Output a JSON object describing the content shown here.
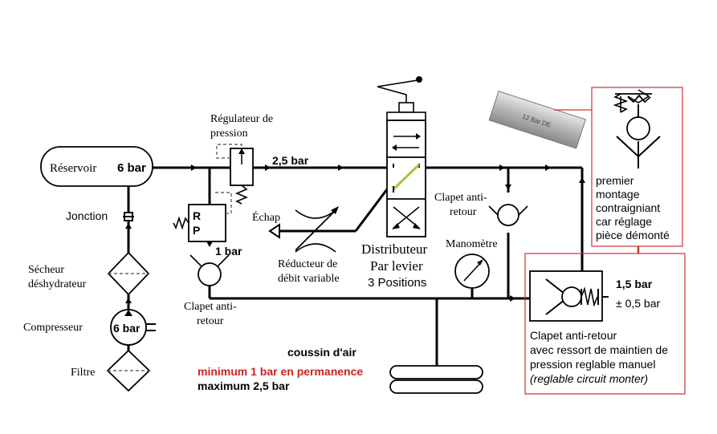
{
  "labels": {
    "reservoir": "Réservoir",
    "reservoir_pressure": "6 bar",
    "jonction": "Jonction",
    "secheur_1": "Sécheur",
    "secheur_2": "déshydrateur",
    "compresseur": "Compresseur",
    "compresseur_pressure": "6 bar",
    "filtre": "Filtre",
    "regulateur_1": "Régulateur de",
    "regulateur_2": "pression",
    "regulateur_pressure": "2,5 bar",
    "rp_r": "R",
    "rp_p": "P",
    "rp_pressure": "1 bar",
    "clapet_left_1": "Clapet anti-",
    "clapet_left_2": "retour",
    "echap": "Échap",
    "reducteur_1": "Réducteur de",
    "reducteur_2": "débit variable",
    "distributeur_1": "Distributeur",
    "distributeur_2": "Par levier",
    "distributeur_3": "3 Positions",
    "manometre": "Manomètre",
    "clapet_right_1": "Clapet anti-",
    "clapet_right_2": "retour",
    "premier_1": "premier",
    "premier_2": "montage",
    "premier_3": "contraigniant",
    "premier_4": "car réglage",
    "premier_5": "pièce démonté",
    "spring_pressure": "1,5 bar",
    "spring_tolerance": "± 0,5 bar",
    "clapet_spring_1": "Clapet anti-retour",
    "clapet_spring_2": "avec ressort de maintien de",
    "clapet_spring_3": "pression reglable manuel",
    "clapet_spring_4": "(reglable circuit monter)",
    "coussin": "coussin d'air",
    "minimum": "minimum  1 bar en permanence",
    "maximum": "maximum 2,5 bar",
    "part_marking": "12 Bar DE"
  },
  "colors": {
    "line": "#000000",
    "highlight_green": "#9acd32",
    "annotation_red": "#cc2222",
    "box_red": "#cc3333"
  }
}
